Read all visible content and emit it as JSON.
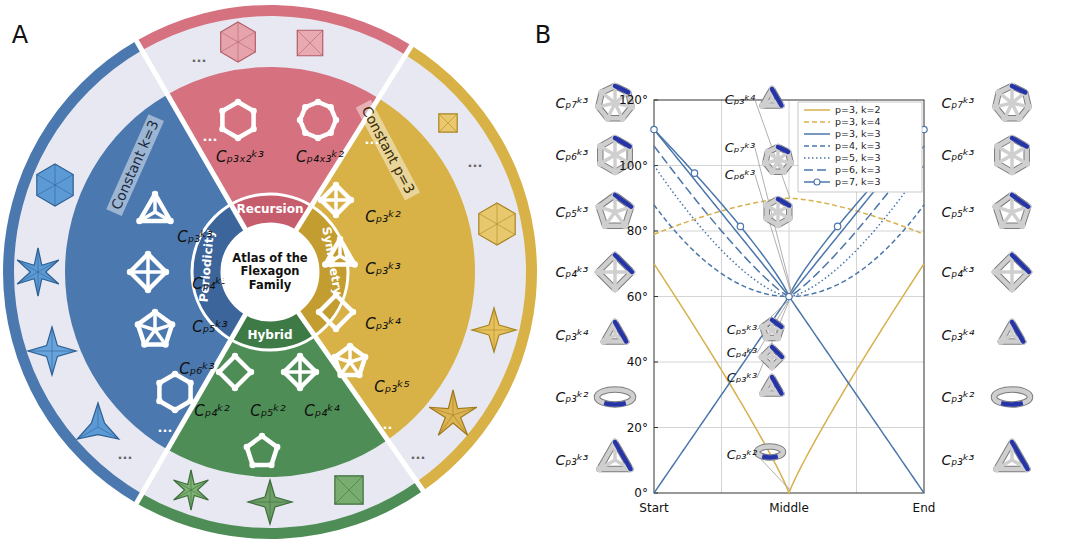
{
  "diagram": {
    "nodes": [
      {
        "text": [
          "Atlas of the Flexagon Family"
        ]
      }
    ],
    "labels": [
      "A",
      "Recursion",
      "Symmetry",
      "Hybrid",
      "Periodicity",
      "Constant k=3",
      "Constant p=3",
      "Cₚ₃ₓ₂ᵏ³",
      "Cₚ₄ₓ₃ᵏ²",
      "Cₚ₃ᵏ²",
      "Cₚ₃ᵏ³",
      "Cₚ₃ᵏ⁴",
      "Cₚ₃ᵏ⁵",
      "Cₚ₄ᵏ²",
      "Cₚ₅ᵏ²",
      "Cₚ₄ᵏ⁴",
      "Cₚ₃ᵏ³",
      "Cₚ₄ᵏ³",
      "Cₚ₅ᵏ³",
      "Cₚ₆ᵏ³",
      "...",
      "...",
      "...",
      "...",
      "...",
      "...",
      "...",
      "...",
      "B",
      "0°",
      "20°",
      "40°",
      "60°",
      "80°",
      "100°",
      "120°",
      "Start",
      "Middle",
      "End",
      "Cₚ₇ᵏ³",
      "Cₚ₆ᵏ³",
      "Cₚ₅ᵏ³",
      "Cₚ₄ᵏ³",
      "Cₚ₃ᵏ⁴",
      "Cₚ₃ᵏ²",
      "Cₚ₃ᵏ³",
      "Cₚ₇ᵏ³",
      "Cₚ₆ᵏ³",
      "Cₚ₅ᵏ³",
      "Cₚ₄ᵏ³",
      "Cₚ₃ᵏ⁴",
      "Cₚ₃ᵏ²",
      "Cₚ₃ᵏ³",
      "Cₚ₃ᵏ⁴",
      "Cₚ₇ᵏ³",
      "Cₚ₆ᵏ³",
      "Cₚ₅ᵏ³",
      "Cₚ₄ᵏ³",
      "Cₚ₃ᵏ³",
      "Cₚ₃ᵏ²"
    ],
    "legend": [
      {
        "text": "p=3, k=2"
      },
      {
        "text": "p=3, k=4"
      },
      {
        "text": "p=3, k=3"
      },
      {
        "text": "p=4, k=3"
      },
      {
        "text": "p=5, k=3"
      },
      {
        "text": "p=6, k=3"
      },
      {
        "text": "p=7, k=3"
      }
    ]
  }
}
